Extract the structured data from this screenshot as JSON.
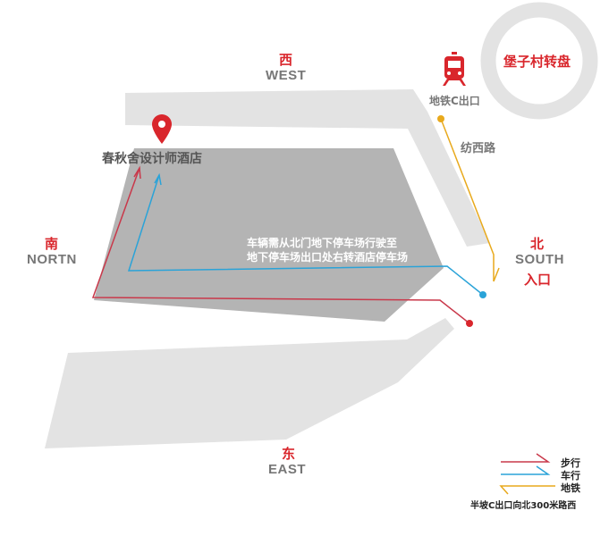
{
  "directions": {
    "west": {
      "cn": "西",
      "en": "WEST"
    },
    "south": {
      "cn": "南",
      "en": "NORTN"
    },
    "north": {
      "cn": "北",
      "en": "SOUTH",
      "sub": "入口"
    },
    "east": {
      "cn": "东",
      "en": "EAST"
    }
  },
  "landmarks": {
    "roundabout": "堡子村转盘",
    "metro_exit": "地铁C出口",
    "road": "纺西路",
    "hotel": "春秋舍设计师酒店"
  },
  "note": {
    "line1": "车辆需从北门地下停车场行驶至",
    "line2": "地下停车场出口处右转酒店停车场"
  },
  "legend": {
    "items": [
      {
        "label": "步行",
        "color": "#c9384a"
      },
      {
        "label": "车行",
        "color": "#2aa3d8"
      },
      {
        "label": "地铁",
        "color": "#e8a91c"
      }
    ],
    "footnote": "半坡C出口向北300米路西"
  },
  "colors": {
    "accent": "#d9262c",
    "road": "#e3e3e3",
    "building": "#b4b4b4"
  }
}
